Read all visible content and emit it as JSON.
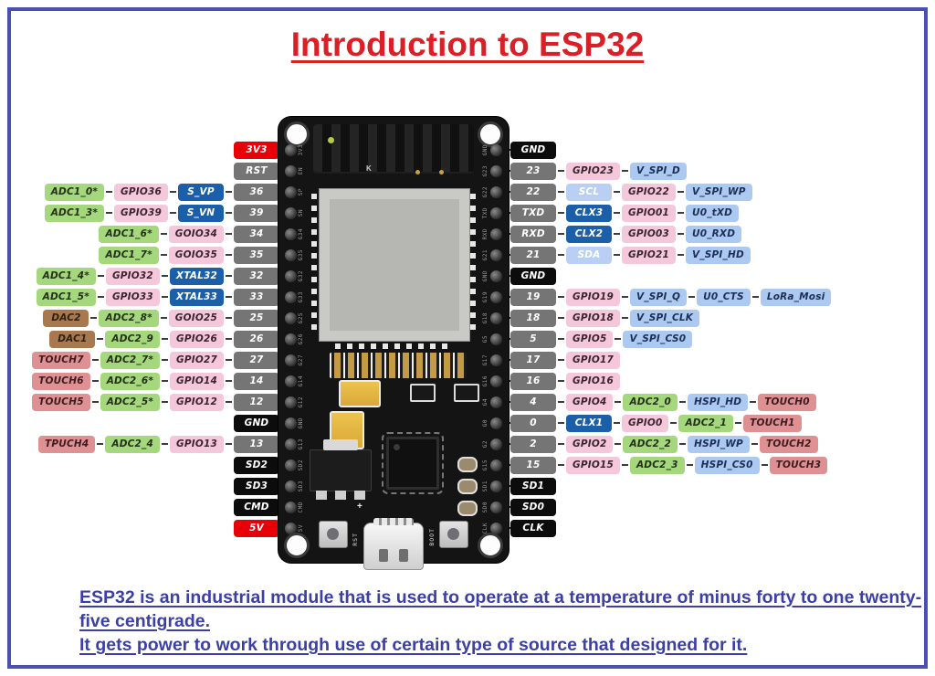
{
  "page": {
    "title": "Introduction to ESP32",
    "colors": {
      "border": "#4a4fb3",
      "title": "#da2026",
      "body_text": "#3b3fa6"
    }
  },
  "description": {
    "line1": "ESP32 is an industrial module that is used to operate at a temperature of minus forty to one twenty-five centigrade.",
    "line2": "It gets power to work through use of certain type of source that designed for it."
  },
  "badge_colors": {
    "red": {
      "bg": "#e80009",
      "fg": "#ffffff"
    },
    "gray": {
      "bg": "#757575",
      "fg": "#ffffff"
    },
    "black": {
      "bg": "#0c0c0c",
      "fg": "#ffffff"
    },
    "darkblue": {
      "bg": "#1b5fa8",
      "fg": "#ffffff"
    },
    "green": {
      "bg": "#a5d77d",
      "fg": "#24301a"
    },
    "pink": {
      "bg": "#f4c8da",
      "fg": "#3a2430"
    },
    "lightblue": {
      "bg": "#abc9f1",
      "fg": "#1d2f55"
    },
    "lightblue_white": {
      "bg": "#b9cff3",
      "fg": "#ffffff"
    },
    "brown": {
      "bg": "#a8794e",
      "fg": "#2e2013"
    },
    "salmon": {
      "bg": "#de9093",
      "fg": "#3c1c1e"
    }
  },
  "left_rows": [
    [
      {
        "t": "3V3",
        "c": "red"
      }
    ],
    [
      {
        "t": "RST",
        "c": "gray"
      }
    ],
    [
      {
        "t": "ADC1_0*",
        "c": "green"
      },
      {
        "t": "GPIO36",
        "c": "pink"
      },
      {
        "t": "S_VP",
        "c": "darkblue"
      },
      {
        "t": "36",
        "c": "gray"
      }
    ],
    [
      {
        "t": "ADC1_3*",
        "c": "green"
      },
      {
        "t": "GPIO39",
        "c": "pink"
      },
      {
        "t": "S_VN",
        "c": "darkblue"
      },
      {
        "t": "39",
        "c": "gray"
      }
    ],
    [
      {
        "t": "ADC1_6*",
        "c": "green"
      },
      {
        "t": "GOIO34",
        "c": "pink"
      },
      {
        "t": "34",
        "c": "gray"
      }
    ],
    [
      {
        "t": "ADC1_7*",
        "c": "green"
      },
      {
        "t": "GOIO35",
        "c": "pink"
      },
      {
        "t": "35",
        "c": "gray"
      }
    ],
    [
      {
        "t": "ADC1_4*",
        "c": "green"
      },
      {
        "t": "GPIO32",
        "c": "pink"
      },
      {
        "t": "XTAL32",
        "c": "darkblue"
      },
      {
        "t": "32",
        "c": "gray"
      }
    ],
    [
      {
        "t": "ADC1_5*",
        "c": "green"
      },
      {
        "t": "GPIO33",
        "c": "pink"
      },
      {
        "t": "XTAL33",
        "c": "darkblue"
      },
      {
        "t": "33",
        "c": "gray"
      }
    ],
    [
      {
        "t": "DAC2",
        "c": "brown"
      },
      {
        "t": "ADC2_8*",
        "c": "green"
      },
      {
        "t": "GOIO25",
        "c": "pink"
      },
      {
        "t": "25",
        "c": "gray"
      }
    ],
    [
      {
        "t": "DAC1",
        "c": "brown"
      },
      {
        "t": "ADC2_9",
        "c": "green"
      },
      {
        "t": "GPIO26",
        "c": "pink"
      },
      {
        "t": "26",
        "c": "gray"
      }
    ],
    [
      {
        "t": "TOUCH7",
        "c": "salmon"
      },
      {
        "t": "ADC2_7*",
        "c": "green"
      },
      {
        "t": "GPIO27",
        "c": "pink"
      },
      {
        "t": "27",
        "c": "gray"
      }
    ],
    [
      {
        "t": "TOUCH6",
        "c": "salmon"
      },
      {
        "t": "ADC2_6*",
        "c": "green"
      },
      {
        "t": "GPIO14",
        "c": "pink"
      },
      {
        "t": "14",
        "c": "gray"
      }
    ],
    [
      {
        "t": "TOUCH5",
        "c": "salmon"
      },
      {
        "t": "ADC2_5*",
        "c": "green"
      },
      {
        "t": "GPIO12",
        "c": "pink"
      },
      {
        "t": "12",
        "c": "gray"
      }
    ],
    [
      {
        "t": "GND",
        "c": "black"
      }
    ],
    [
      {
        "t": "TPUCH4",
        "c": "salmon"
      },
      {
        "t": "ADC2_4",
        "c": "green"
      },
      {
        "t": "GPIO13",
        "c": "pink"
      },
      {
        "t": "13",
        "c": "gray"
      }
    ],
    [
      {
        "t": "SD2",
        "c": "black"
      }
    ],
    [
      {
        "t": "SD3",
        "c": "black"
      }
    ],
    [
      {
        "t": "CMD",
        "c": "black"
      }
    ],
    [
      {
        "t": "5V",
        "c": "red"
      }
    ]
  ],
  "right_rows": [
    [
      {
        "t": "GND",
        "c": "black"
      }
    ],
    [
      {
        "t": "23",
        "c": "gray"
      },
      {
        "t": "GPIO23",
        "c": "pink"
      },
      {
        "t": "V_SPI_D",
        "c": "lightblue"
      }
    ],
    [
      {
        "t": "22",
        "c": "gray"
      },
      {
        "t": "SCL",
        "c": "lightblue_white"
      },
      {
        "t": "GPIO22",
        "c": "pink"
      },
      {
        "t": "V_SPI_WP",
        "c": "lightblue"
      }
    ],
    [
      {
        "t": "TXD",
        "c": "gray"
      },
      {
        "t": "CLX3",
        "c": "darkblue"
      },
      {
        "t": "GPIO01",
        "c": "pink"
      },
      {
        "t": "U0_tXD",
        "c": "lightblue"
      }
    ],
    [
      {
        "t": "RXD",
        "c": "gray"
      },
      {
        "t": "CLX2",
        "c": "darkblue"
      },
      {
        "t": "GPIO03",
        "c": "pink"
      },
      {
        "t": "U0_RXD",
        "c": "lightblue"
      }
    ],
    [
      {
        "t": "21",
        "c": "gray"
      },
      {
        "t": "SDA",
        "c": "lightblue_white"
      },
      {
        "t": "GPIO21",
        "c": "pink"
      },
      {
        "t": "V_SPI_HD",
        "c": "lightblue"
      }
    ],
    [
      {
        "t": "GND",
        "c": "black"
      }
    ],
    [
      {
        "t": "19",
        "c": "gray"
      },
      {
        "t": "GPIO19",
        "c": "pink"
      },
      {
        "t": "V_SPI_Q",
        "c": "lightblue"
      },
      {
        "t": "U0_CTS",
        "c": "lightblue"
      },
      {
        "t": "LoRa_Mosi",
        "c": "lightblue"
      }
    ],
    [
      {
        "t": "18",
        "c": "gray"
      },
      {
        "t": "GPIO18",
        "c": "pink"
      },
      {
        "t": "V_SPI_CLK",
        "c": "lightblue"
      }
    ],
    [
      {
        "t": "5",
        "c": "gray"
      },
      {
        "t": "GPIO5",
        "c": "pink"
      },
      {
        "t": "V_SPI_CS0",
        "c": "lightblue"
      }
    ],
    [
      {
        "t": "17",
        "c": "gray"
      },
      {
        "t": "GPIO17",
        "c": "pink"
      }
    ],
    [
      {
        "t": "16",
        "c": "gray"
      },
      {
        "t": "GPIO16",
        "c": "pink"
      }
    ],
    [
      {
        "t": "4",
        "c": "gray"
      },
      {
        "t": "GPIO4",
        "c": "pink"
      },
      {
        "t": "ADC2_0",
        "c": "green"
      },
      {
        "t": "HSPI_HD",
        "c": "lightblue"
      },
      {
        "t": "TOUCH0",
        "c": "salmon"
      }
    ],
    [
      {
        "t": "0",
        "c": "gray"
      },
      {
        "t": "CLX1",
        "c": "darkblue"
      },
      {
        "t": "GPIO0",
        "c": "pink"
      },
      {
        "t": "ADC2_1",
        "c": "green"
      },
      {
        "t": "TOUCH1",
        "c": "salmon"
      }
    ],
    [
      {
        "t": "2",
        "c": "gray"
      },
      {
        "t": "GPIO2",
        "c": "pink"
      },
      {
        "t": "ADC2_2",
        "c": "green"
      },
      {
        "t": "HSPI_WP",
        "c": "lightblue"
      },
      {
        "t": "TOUCH2",
        "c": "salmon"
      }
    ],
    [
      {
        "t": "15",
        "c": "gray"
      },
      {
        "t": "GPIO15",
        "c": "pink"
      },
      {
        "t": "ADC2_3",
        "c": "green"
      },
      {
        "t": "HSPI_CS0",
        "c": "lightblue"
      },
      {
        "t": "TOUCH3",
        "c": "salmon"
      }
    ],
    [
      {
        "t": "SD1",
        "c": "black"
      }
    ],
    [
      {
        "t": "SD0",
        "c": "black"
      }
    ],
    [
      {
        "t": "CLK",
        "c": "black"
      }
    ]
  ],
  "board": {
    "left_pin_labels": [
      "3V3",
      "EN",
      "SP",
      "SN",
      "G34",
      "G35",
      "G32",
      "G33",
      "G25",
      "G26",
      "G27",
      "G14",
      "G12",
      "GND",
      "G13",
      "SD2",
      "SD3",
      "CMD",
      "5V"
    ],
    "right_pin_labels": [
      "GND",
      "G23",
      "G22",
      "TXD",
      "RXD",
      "G21",
      "GND",
      "G19",
      "G18",
      "G5",
      "G17",
      "G16",
      "G4",
      "G0",
      "G2",
      "G15",
      "SD1",
      "SD0",
      "CLK"
    ],
    "shield_mark": "K",
    "usb_plus": "+",
    "buttons": [
      "RST",
      "BOOT"
    ]
  }
}
